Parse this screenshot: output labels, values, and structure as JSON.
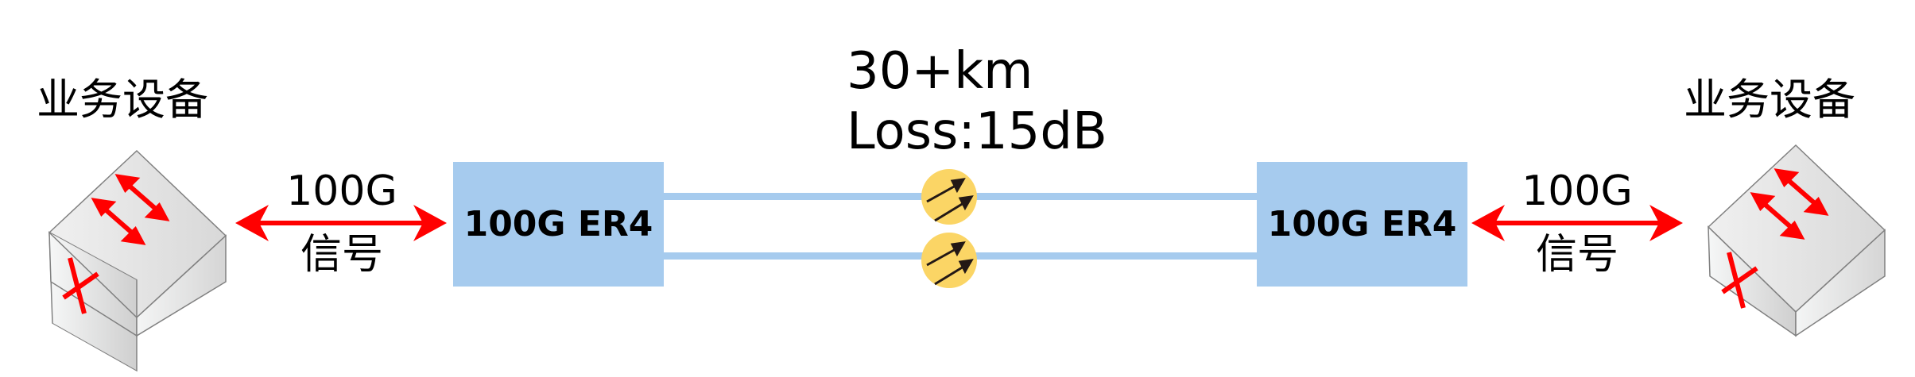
{
  "left_device": {
    "title": "业务设备",
    "icon": "network-switch-cube-icon"
  },
  "right_device": {
    "title": "业务设备",
    "icon": "network-switch-cube-icon"
  },
  "left_signal": {
    "line1": "100G",
    "line2": "信号"
  },
  "right_signal": {
    "line1": "100G",
    "line2": "信号"
  },
  "left_module": {
    "label": "100G ER4"
  },
  "right_module": {
    "label": "100G ER4"
  },
  "link": {
    "distance": "30+km",
    "loss": "Loss:15dB",
    "attenuator_icon": "optical-attenuator-icon"
  },
  "colors": {
    "module": "#a6cbee",
    "arrow": "#ff0000",
    "attenuator": "#fbd565",
    "cube_edge": "#808080"
  }
}
